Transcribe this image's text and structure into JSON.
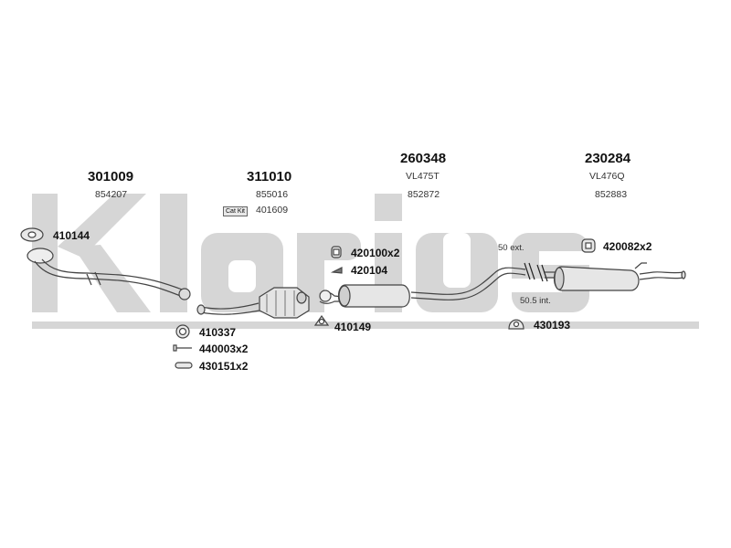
{
  "brand": {
    "watermark_text": "Klarius"
  },
  "groups": [
    {
      "part_number": "301009",
      "ref": "854207"
    },
    {
      "part_number": "311010",
      "ref": "855016",
      "cat_kit_label": "Cat Kit",
      "cat_kit_ref": "401609"
    },
    {
      "part_number": "260348",
      "alt_code": "VL475T",
      "ref": "852872"
    },
    {
      "part_number": "230284",
      "alt_code": "VL476Q",
      "ref": "852883"
    }
  ],
  "accessories": {
    "a410144": "410144",
    "a410337": "410337",
    "a440003": "440003x2",
    "a430151": "430151x2",
    "a420100": "420100x2",
    "a420104": "420104",
    "a410149": "410149",
    "a430193": "430193",
    "a420082": "420082x2"
  },
  "dimensions": {
    "external": "50 ext.",
    "internal": "50.5 int."
  }
}
